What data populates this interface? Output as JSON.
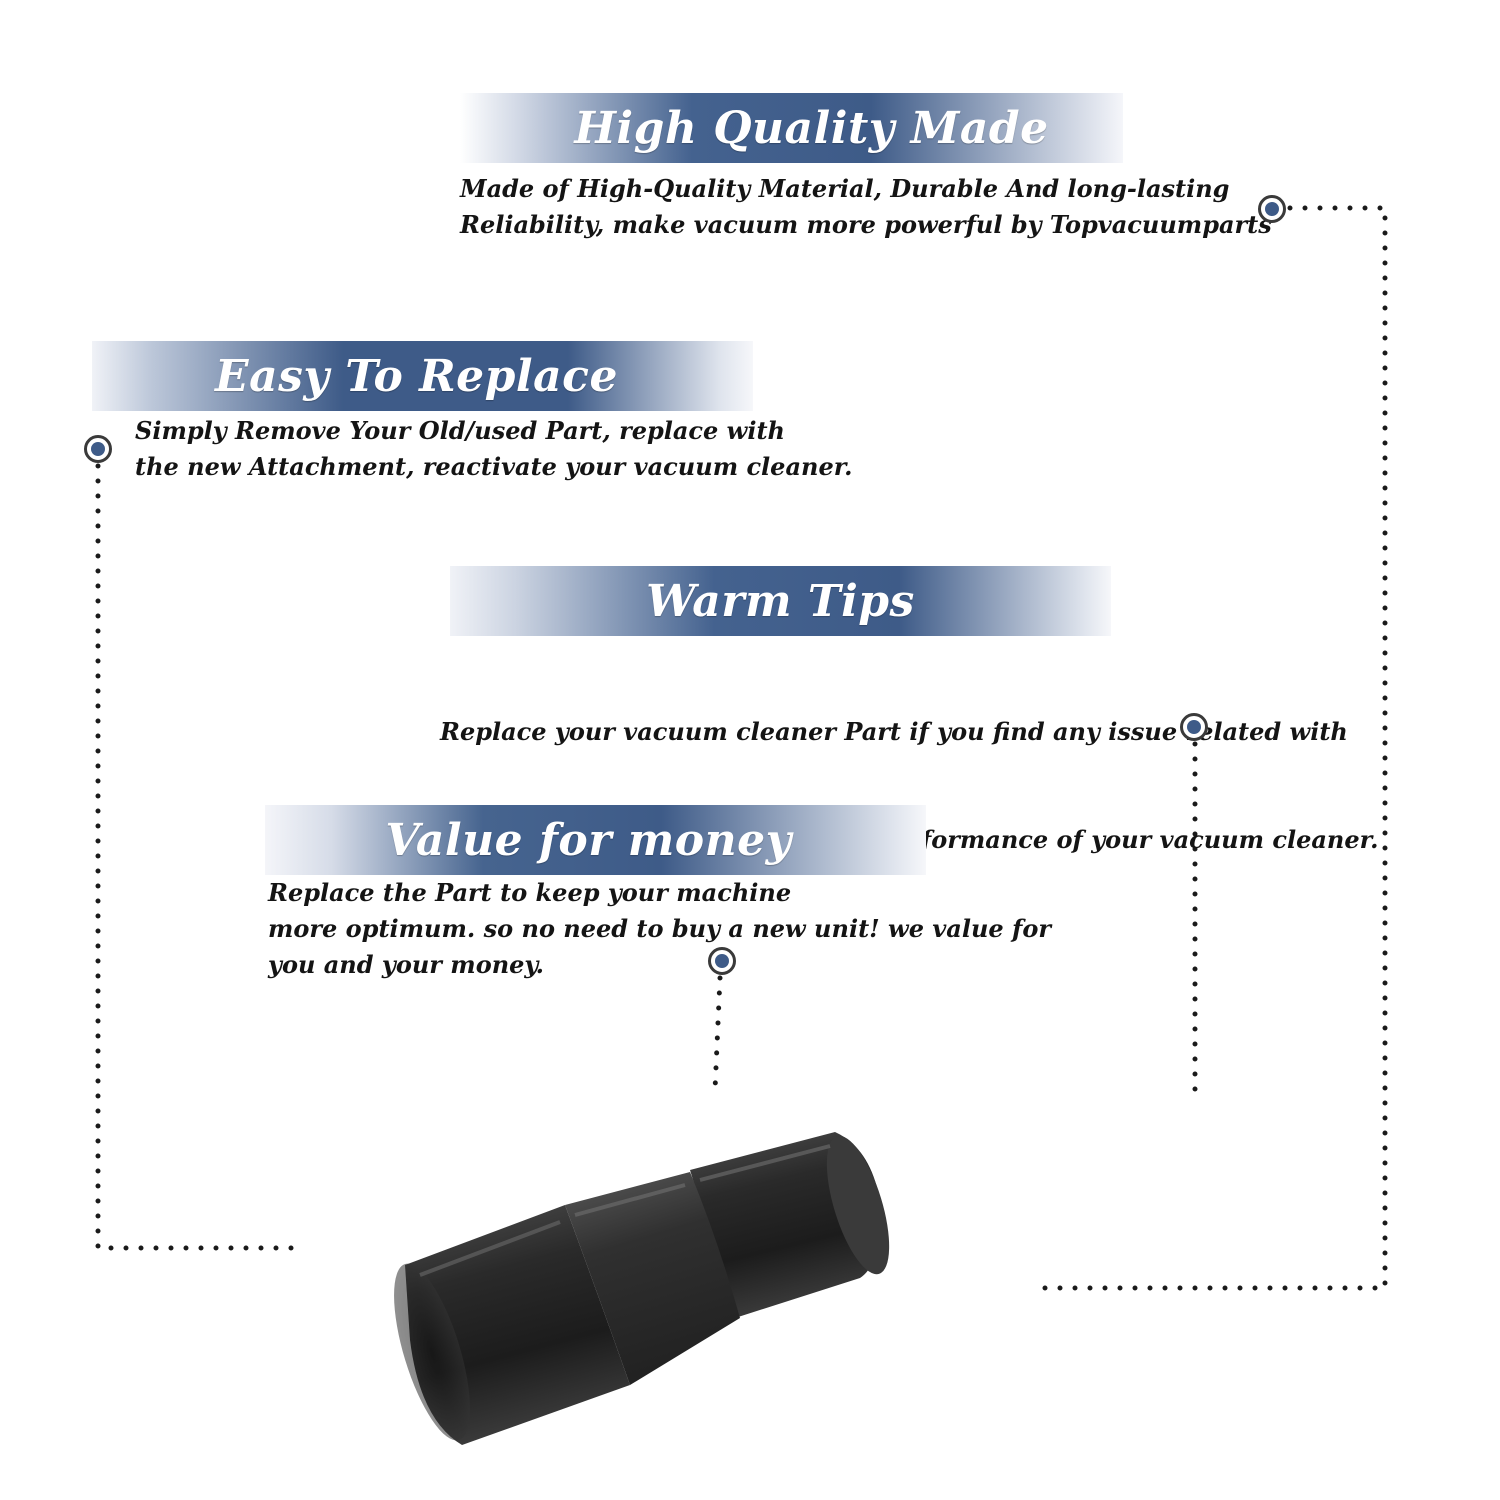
{
  "features": [
    {
      "title": "High Quality Made",
      "lines": [
        "Made of  High-Quality Material, Durable And long-lasting",
        "Reliability, make vacuum more powerful by Topvacuumparts"
      ]
    },
    {
      "title": "Easy To Replace",
      "lines": [
        "Simply Remove Your Old/used Part, replace with",
        "the new Attachment, reactivate your vacuum cleaner."
      ]
    },
    {
      "title": "Warm Tips",
      "lines": [
        "Replace your vacuum cleaner Part if you find any issue related with",
        " attachment to ensure optimum performance of your vacuum cleaner."
      ]
    },
    {
      "title": "Value for money",
      "lines": [
        "Replace the Part to keep your machine",
        "more optimum. so no need to buy a new unit! we value for",
        "you and your money."
      ]
    }
  ],
  "colors": {
    "banner": "#3e5b88",
    "marker": "#3e5b88",
    "text": "#141414",
    "product": "#2a2a2a"
  },
  "product": "vacuum-hose-adapter"
}
